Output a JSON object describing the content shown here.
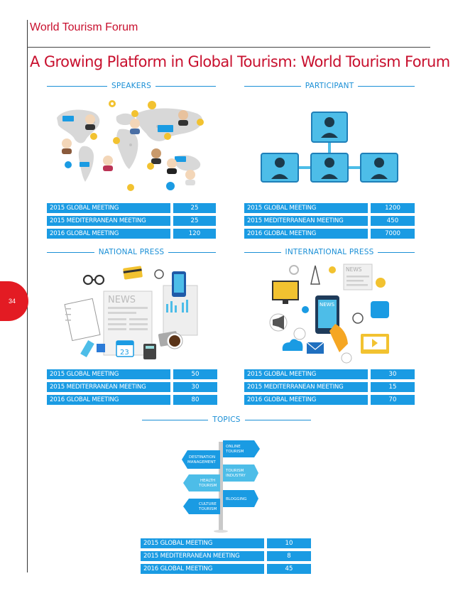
{
  "header": {
    "brand": "World Tourism Forum"
  },
  "main_title": "A Growing Platform in Global Tourism: World Tourism Forum",
  "page_number": "34",
  "colors": {
    "accent_red": "#c8102e",
    "accent_blue": "#1a9be3",
    "page_tab": "#e31b23"
  },
  "sections": {
    "speakers": {
      "title": "SPEAKERS",
      "rows": [
        {
          "label": "2015 GLOBAL MEETING",
          "value": "25"
        },
        {
          "label": "2015 MEDITERRANEAN MEETING",
          "value": "25"
        },
        {
          "label": "2016 GLOBAL MEETING",
          "value": "120"
        }
      ]
    },
    "participant": {
      "title": "PARTICIPANT",
      "rows": [
        {
          "label": "2015 GLOBAL MEETING",
          "value": "1200"
        },
        {
          "label": "2015 MEDITERRANEAN MEETING",
          "value": "450"
        },
        {
          "label": "2016 GLOBAL MEETING",
          "value": "7000"
        }
      ]
    },
    "national_press": {
      "title": "NATIONAL PRESS",
      "illustration_text": {
        "news": "NEWS",
        "calendar_day": "23"
      },
      "rows": [
        {
          "label": "2015 GLOBAL MEETING",
          "value": "50"
        },
        {
          "label": "2015 MEDITERRANEAN MEETING",
          "value": "30"
        },
        {
          "label": "2016 GLOBAL MEETING",
          "value": "80"
        }
      ]
    },
    "international_press": {
      "title": "INTERNATIONAL PRESS",
      "illustration_text": {
        "news_paper": "NEWS",
        "news_screen": "NEWS"
      },
      "rows": [
        {
          "label": "2015 GLOBAL MEETING",
          "value": "30"
        },
        {
          "label": "2015 MEDITERRANEAN MEETING",
          "value": "15"
        },
        {
          "label": "2016 GLOBAL MEETING",
          "value": "70"
        }
      ]
    },
    "topics": {
      "title": "TOPICS",
      "signs": {
        "online_1": "ONLINE",
        "online_2": "TOURISM",
        "destination_1": "DESTINATION",
        "destination_2": "MANAGEMENT",
        "tourism_industry_1": "TOURISM",
        "tourism_industry_2": "INDUSTRY",
        "health_1": "HEALTH",
        "health_2": "TOURISM",
        "blogging": "BLOGGING",
        "culture_1": "CULTURE",
        "culture_2": "TOURISM"
      },
      "rows": [
        {
          "label": "2015 GLOBAL MEETING",
          "value": "10"
        },
        {
          "label": "2015 MEDITERRANEAN MEETING",
          "value": "8"
        },
        {
          "label": "2016 GLOBAL MEETING",
          "value": "45"
        }
      ]
    }
  }
}
